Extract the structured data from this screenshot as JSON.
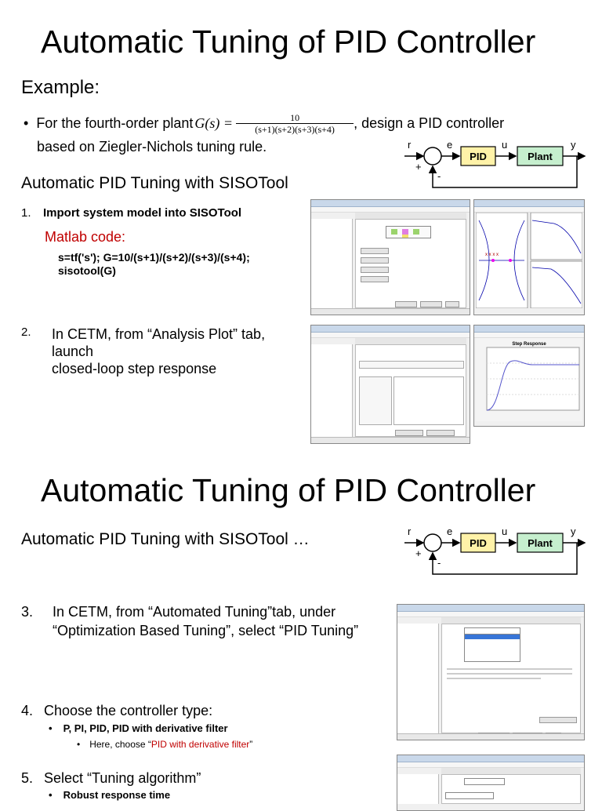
{
  "slide1": {
    "title": "Automatic Tuning of PID Controller",
    "example_heading": "Example:",
    "bullet_prefix": "For the fourth-order plant ",
    "plant_lhs": "G(s) =",
    "plant_num": "10",
    "plant_den": "(s+1)(s+2)(s+3)(s+4)",
    "bullet_suffix": ", design a PID controller",
    "bullet_line2": "based on Ziegler-Nichols tuning rule.",
    "subheading": "Automatic PID Tuning with SISOTool",
    "step1_num": "1.",
    "step1_text": "Import system model into SISOTool",
    "matlab_label": "Matlab code:",
    "code_line1": "s=tf('s'); G=10/(s+1)/(s+2)/(s+3)/(s+4);",
    "code_line2": "sisotool(G)",
    "step2_num": "2.",
    "step2_line1": "In CETM, from “Analysis Plot” tab, launch",
    "step2_line2": "closed-loop step response",
    "step_response_title": "Step Response"
  },
  "slide2": {
    "title": "Automatic Tuning of PID Controller",
    "subheading": "Automatic PID Tuning with SISOTool …",
    "step3_num": "3.",
    "step3_line1": "In CETM, from “Automated Tuning”tab, under",
    "step3_line2": "“Optimization Based Tuning”, select “PID Tuning”",
    "step4_num": "4.",
    "step4_text": "Choose the controller type:",
    "step4_bullet": "P, PI, PID, PID with derivative filter",
    "step4_sub_prefix": "Here, choose “",
    "step4_sub_red": "PID with derivative filter",
    "step4_sub_suffix": "”",
    "step5_num": "5.",
    "step5_text": "Select “Tuning algorithm”",
    "step5_bullet": "Robust response time"
  },
  "block_diagram": {
    "r": "r",
    "e": "e",
    "u": "u",
    "y": "y",
    "plus": "+",
    "minus": "-",
    "pid": "PID",
    "plant": "Plant"
  },
  "colors": {
    "pid_fill": "#fff2a8",
    "plant_fill": "#c6efce",
    "red_text": "#c00000"
  }
}
